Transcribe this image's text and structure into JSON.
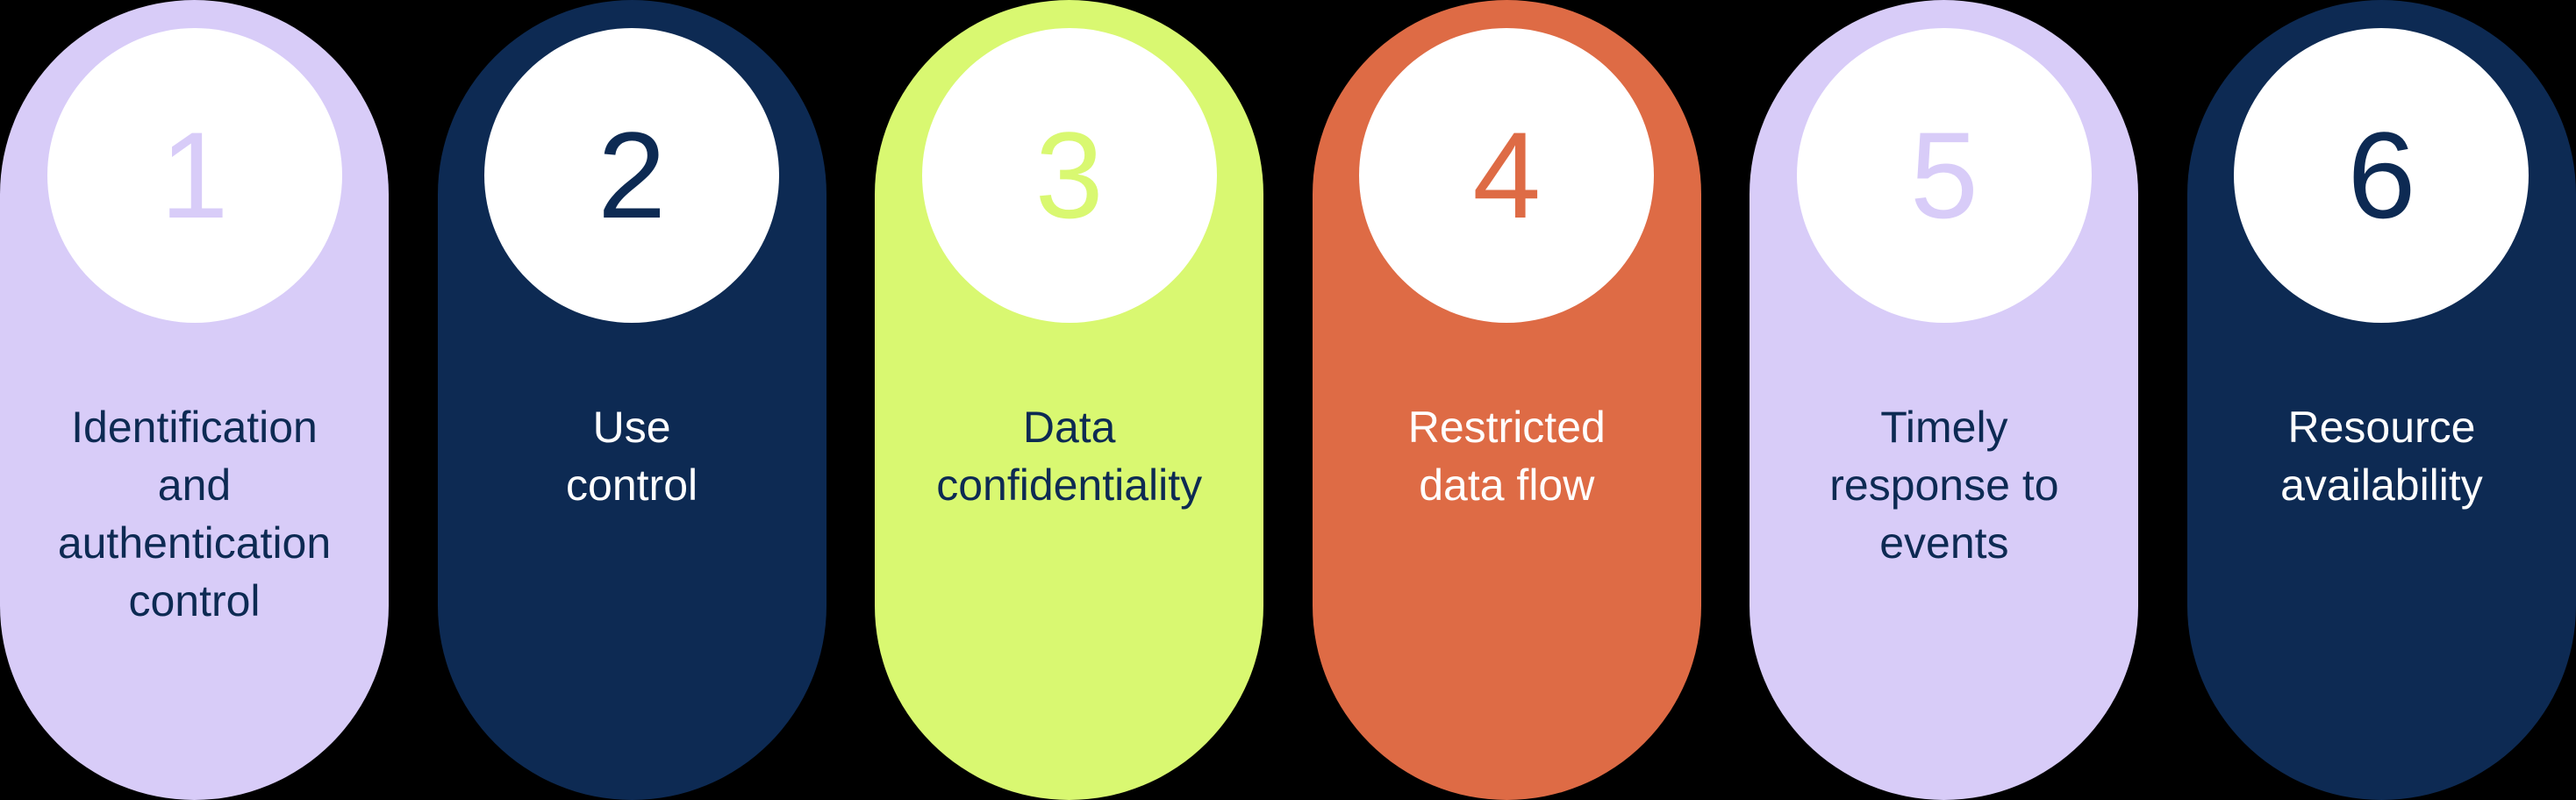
{
  "background_color": "#000000",
  "circle_color": "#ffffff",
  "palette": {
    "lavender": "#d8ccf8",
    "navy": "#0d2a53",
    "lime": "#d9f871",
    "orange": "#de6b45",
    "white": "#ffffff"
  },
  "cards": [
    {
      "number": "1",
      "label": "Identification\nand\nauthentication\ncontrol",
      "bg": "#d8ccf8",
      "number_color": "#d8ccf8",
      "label_color": "#0d2a53"
    },
    {
      "number": "2",
      "label": "Use\ncontrol",
      "bg": "#0d2a53",
      "number_color": "#0d2a53",
      "label_color": "#ffffff"
    },
    {
      "number": "3",
      "label": "Data\nconfidentiality",
      "bg": "#d9f871",
      "number_color": "#d9f871",
      "label_color": "#0d2a53"
    },
    {
      "number": "4",
      "label": "Restricted\ndata flow",
      "bg": "#de6b45",
      "number_color": "#de6b45",
      "label_color": "#ffffff"
    },
    {
      "number": "5",
      "label": "Timely\nresponse to\nevents",
      "bg": "#d8ccf8",
      "number_color": "#d8ccf8",
      "label_color": "#0d2a53"
    },
    {
      "number": "6",
      "label": "Resource\navailability",
      "bg": "#0d2a53",
      "number_color": "#0d2a53",
      "label_color": "#ffffff"
    }
  ]
}
